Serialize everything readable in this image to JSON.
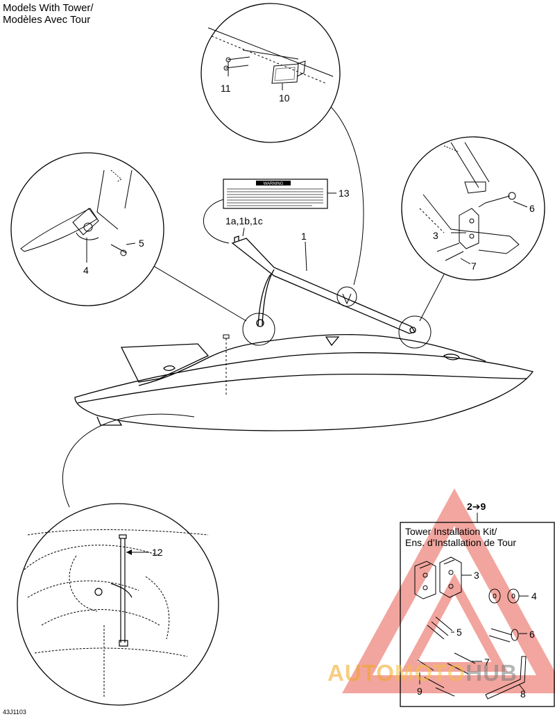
{
  "header": {
    "title_line1": "Models With Tower/",
    "title_line2": "Modèles Avec Tour"
  },
  "footer": {
    "ref_code": "43J1103"
  },
  "warning_label": {
    "heading": "WARNING"
  },
  "kit": {
    "range_label": "2➔9",
    "title_line1": "Tower Installation Kit/",
    "title_line2": "Ens. d’Installation de Tour"
  },
  "callouts": {
    "c1": "1",
    "c1abc": "1a,1b,1c",
    "c3": "3",
    "c4": "4",
    "c5": "5",
    "c6": "6",
    "c7": "7",
    "c10": "10",
    "c11": "11",
    "c12": "12",
    "c13": "13",
    "k3": "3",
    "k4": "4",
    "k5": "5",
    "k6": "6",
    "k7": "7",
    "k8": "8",
    "k9": "9"
  },
  "watermark": {
    "part1": "AUTO",
    "part2": "MOTO",
    "part3": "HUB"
  },
  "colors": {
    "line": "#000000",
    "watermark_red": "#e23a2a",
    "watermark_orange": "#f2a51a"
  }
}
